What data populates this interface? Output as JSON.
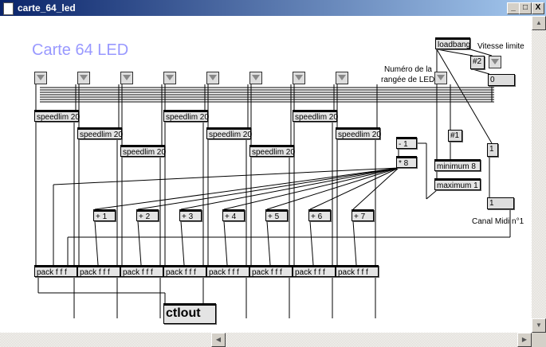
{
  "window": {
    "title": "carte_64_led",
    "minimize": "_",
    "maximize": "□",
    "close": "X"
  },
  "comments": {
    "heading": "Carte 64 LED",
    "speed_limit": "Vitesse limite",
    "row_line1": "Numéro de la",
    "row_line2": "rangée de LED",
    "midi_channel": "Canal Midi n°1"
  },
  "objects": {
    "speedlim": [
      "speedlim 20",
      "speedlim 20",
      "speedlim 20",
      "speedlim 20",
      "speedlim 20",
      "speedlim 20",
      "speedlim 20",
      "speedlim 20"
    ],
    "adders": [
      "+ 1",
      "+ 2",
      "+ 3",
      "+ 4",
      "+ 5",
      "+ 6",
      "+ 7"
    ],
    "packs": [
      "pack f f f",
      "pack f f f",
      "pack f f f",
      "pack f f f",
      "pack f f f",
      "pack f f f",
      "pack f f f",
      "pack f f f"
    ],
    "minus": "- 1",
    "times": "* 8",
    "arg1": "#1",
    "minimum": "minimum 8",
    "maximum": "maximum 1",
    "loadbang": "loadbang",
    "arg2": "#2",
    "speed_number": "0",
    "one_msg": "1",
    "channel_number": "1",
    "ctlout": "ctlout"
  },
  "colors": {
    "heading": "#9999ff",
    "titlebar": "#0a246a"
  }
}
